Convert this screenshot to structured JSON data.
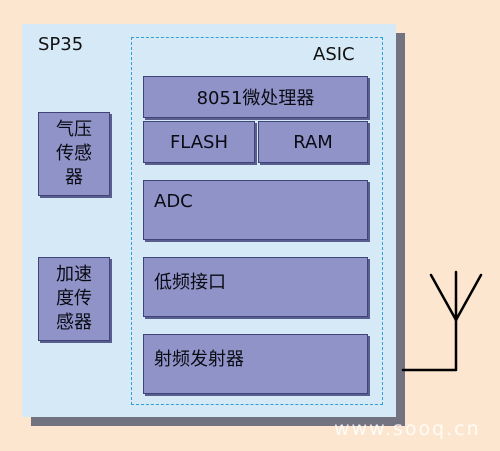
{
  "chip": {
    "label": "SP35"
  },
  "asic": {
    "label": "ASIC",
    "blocks": {
      "cpu": "8051微处理器",
      "flash": "FLASH",
      "ram": "RAM",
      "adc": "ADC",
      "lf_interface": "低频接口",
      "rf_transmitter": "射频发射器"
    }
  },
  "sensors": {
    "pressure": "气压传感器",
    "accelerometer": "加速度传感器"
  },
  "watermark": "www.sooq.cn",
  "colors": {
    "background": "#FCE6CF",
    "chip_fill": "#D6E9F7",
    "block_fill": "#8F93C7",
    "asic_border": "#2E9FD8"
  }
}
